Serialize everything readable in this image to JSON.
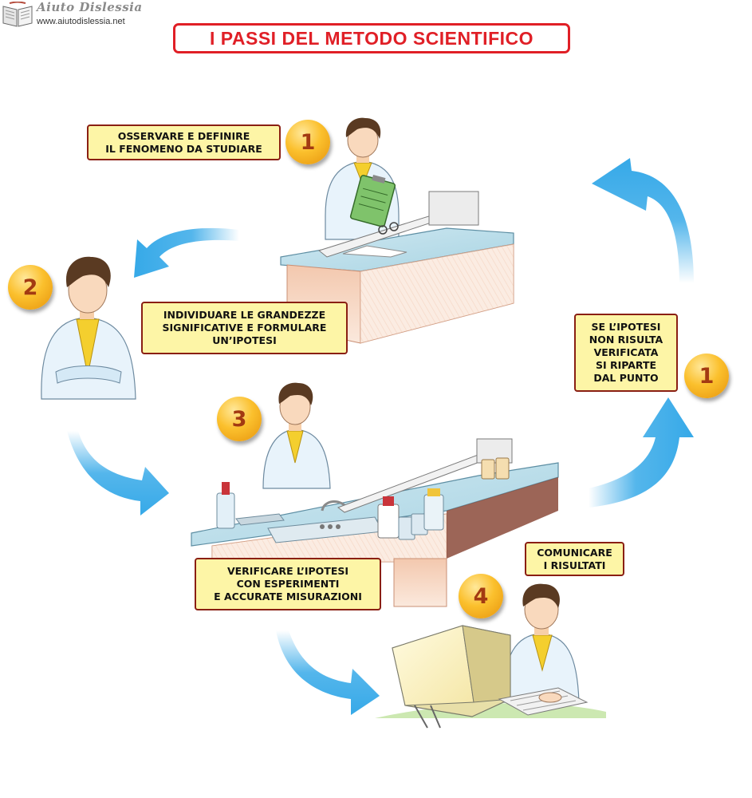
{
  "header": {
    "logo_name": "Aiuto Dislessia",
    "logo_url": "www.aiutodislessia.net"
  },
  "title": "I PASSI DEL METODO SCIENTIFICO",
  "steps": [
    {
      "number": "1",
      "lines": [
        "OSSERVARE E DEFINIRE",
        "IL FENOMENO DA STUDIARE"
      ]
    },
    {
      "number": "2",
      "lines": [
        "INDIVIDUARE LE GRANDEZZE",
        "SIGNIFICATIVE E FORMULARE",
        "UN’IPOTESI"
      ]
    },
    {
      "number": "3",
      "lines": [
        "VERIFICARE L’IPOTESI",
        "CON ESPERIMENTI",
        "E ACCURATE MISURAZIONI"
      ]
    },
    {
      "number": "4",
      "lines": [
        "COMUNICARE",
        "I RISULTATI"
      ]
    }
  ],
  "loop_back": {
    "number": "1",
    "lines": [
      "SE L’IPOTESI",
      "NON RISULTA",
      "VERIFICATA",
      "SI RIPARTE",
      "DAL PUNTO"
    ]
  },
  "colors": {
    "title_red": "#e01f26",
    "box_fill": "#fdf5a6",
    "box_border": "#8a1f13",
    "badge_gold": "#fbc02d",
    "badge_number": "#a33a12",
    "arrow_blue": "#36a9e8",
    "lab_coat": "#e8f3fb",
    "shirt_yellow": "#f4cf2e"
  }
}
